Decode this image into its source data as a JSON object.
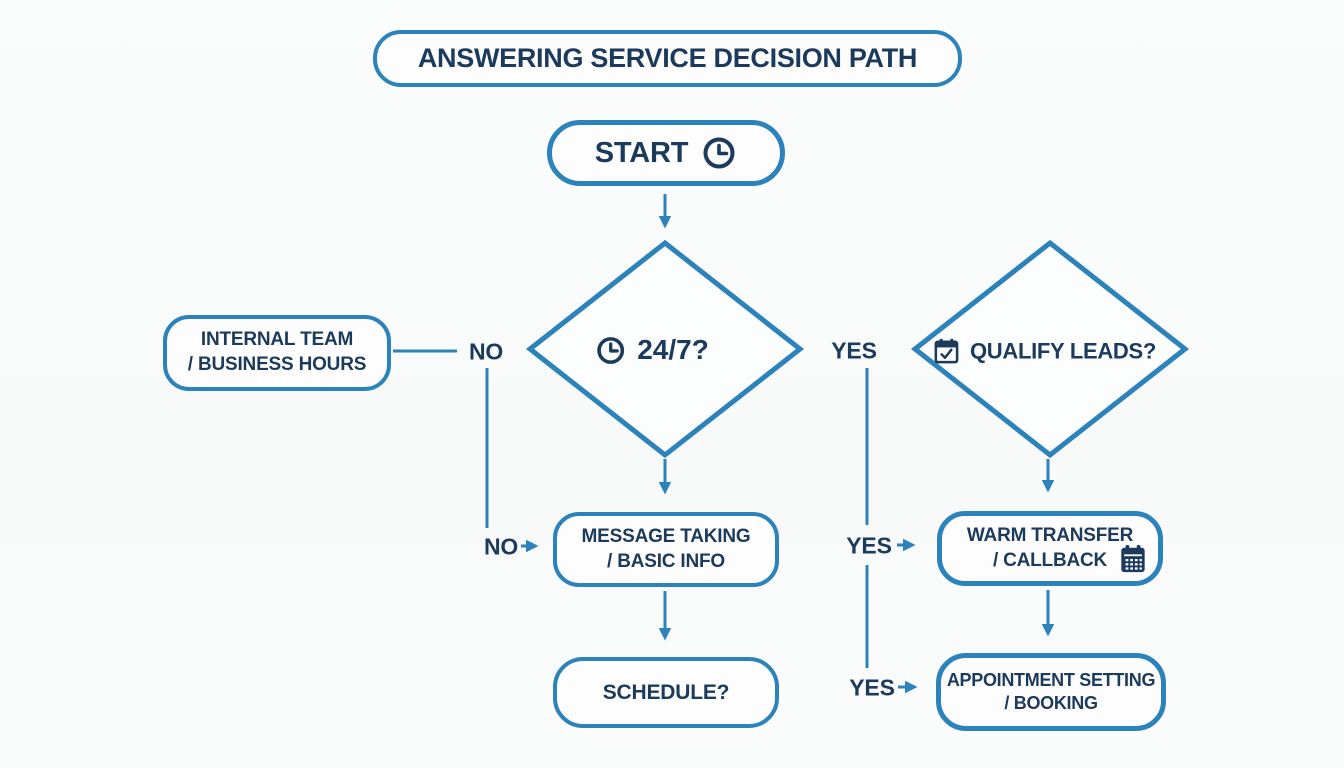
{
  "title": "ANSWERING SERVICE DECISION PATH",
  "colors": {
    "accent": "#2c82ba",
    "navy": "#1b3a5c",
    "background": "#fafbfb"
  },
  "nodes": {
    "start": {
      "label": "START",
      "icon": "clock-icon"
    },
    "decision_24_7": {
      "label": "24/7?",
      "icon": "clock-icon"
    },
    "internal_team": {
      "line1": "INTERNAL TEAM",
      "line2": "/ BUSINESS HOURS"
    },
    "message_taking": {
      "line1": "MESSAGE TAKING",
      "line2": "/ BASIC INFO"
    },
    "schedule": {
      "label": "SCHEDULE?"
    },
    "qualify_leads": {
      "label": "QUALIFY LEADS?",
      "icon": "calendar-check-icon"
    },
    "warm_transfer": {
      "line1": "WARM TRANSFER",
      "line2": "/ CALLBACK",
      "icon": "calendar-icon"
    },
    "appointment_setting": {
      "line1": "APPOINTMENT SETTING",
      "line2": "/ BOOKING"
    }
  },
  "edge_labels": {
    "no_to_internal": "NO",
    "no_to_message": "NO",
    "yes_from_24_7": "YES",
    "yes_to_warm_transfer": "YES",
    "yes_to_appointment": "YES"
  }
}
